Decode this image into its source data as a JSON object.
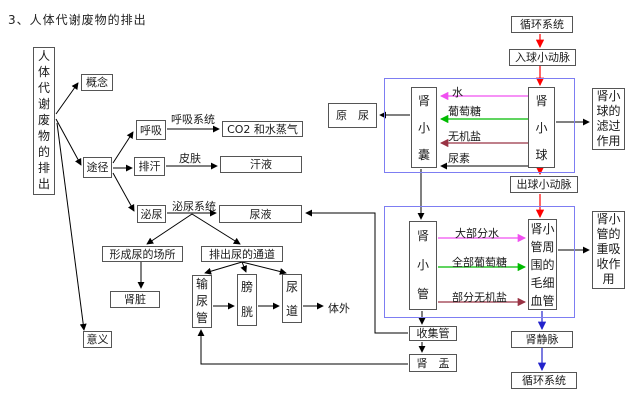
{
  "title": "3、人体代谢废物的排出",
  "palette": {
    "red_arrow": "#ff0000",
    "blue_arrow": "#2323cc",
    "magenta_arrow": "#f050f0",
    "green_arrow": "#00bb00",
    "dark_red_arrow": "#993344",
    "frame_blue": "#7d7df2",
    "box_border": "#555555"
  },
  "main_box": "人体代谢废物的排出",
  "branches": {
    "concept": "概念",
    "pathway": "途径",
    "meaning": "意义"
  },
  "pathways": {
    "breathing": {
      "label": "呼吸",
      "via": "呼吸系统",
      "output": "CO2 和水蒸气"
    },
    "sweating": {
      "label": "排汗",
      "via": "皮肤",
      "output": "汗液"
    },
    "urination": {
      "label": "泌尿",
      "via": "泌尿系统",
      "output": "尿液"
    }
  },
  "urinary_system": {
    "formation_site": "形成尿的场所",
    "kidney": "肾脏",
    "discharge_channel": "排出尿的通道",
    "ureter": "输尿管",
    "bladder": "膀胱",
    "urethra": "尿道",
    "outside_body": "体外"
  },
  "nephron_flow": {
    "circulatory_in": "循环系统",
    "afferent_arteriole": "入球小动脉",
    "renal_capsule": "肾小囊",
    "glomerulus": "肾小球",
    "filtration": {
      "items": [
        {
          "label": "水",
          "arrow_color": "magenta"
        },
        {
          "label": "葡萄糖",
          "arrow_color": "green"
        },
        {
          "label": "无机盐",
          "arrow_color": "dark_red"
        },
        {
          "label": "尿素",
          "arrow_color": "black"
        }
      ],
      "note": "肾小球的滤过作用"
    },
    "primary_urine": "原　尿",
    "efferent_arteriole": "出球小动脉",
    "renal_tubule": "肾小管",
    "peritubular_capillaries": "肾小管周围的毛细血管",
    "reabsorption": {
      "items": [
        {
          "label": "大部分水",
          "arrow_color": "magenta"
        },
        {
          "label": "全部葡萄糖",
          "arrow_color": "green"
        },
        {
          "label": "部分无机盐",
          "arrow_color": "dark_red"
        }
      ],
      "note": "肾小管的重吸收作用"
    },
    "collecting_duct": "收集管",
    "renal_pelvis": "肾　盂",
    "renal_vein": "肾静脉",
    "circulatory_out": "循环系统"
  }
}
